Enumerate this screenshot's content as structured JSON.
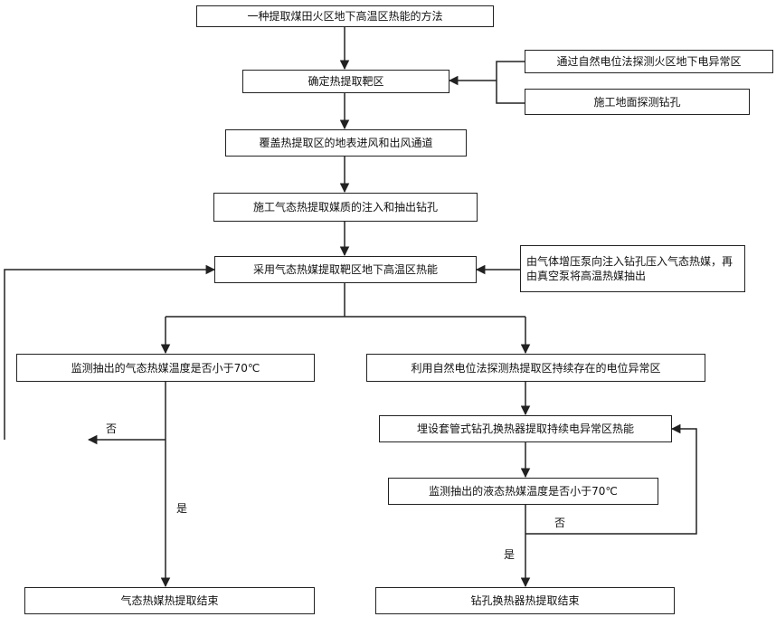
{
  "nodes": {
    "title": "一种提取煤田火区地下高温区热能的方法",
    "target": "确定热提取靶区",
    "detect_potential": "通过自然电位法探测火区地下电异常区",
    "ground_drill": "施工地面探测钻孔",
    "cover": "覆盖热提取区的地表进风和出风通道",
    "drill_inject": "施工气态热提取媒质的注入和抽出钻孔",
    "extract_gas": "采用气态热媒提取靶区地下高温区热能",
    "booster": "由气体增压泵向注入钻孔压入气态热媒，再由真空泵将高温热媒抽出",
    "monitor_gas": "监测抽出的气态热媒温度是否小于70℃",
    "use_potential": "利用自然电位法探测热提取区持续存在的电位异常区",
    "bury_exchanger": "埋设套管式钻孔换热器提取持续电异常区热能",
    "monitor_liquid": "监测抽出的液态热媒温度是否小于70℃",
    "end_gas": "气态热媒热提取结束",
    "end_exchanger": "钻孔换热器热提取结束"
  },
  "edge_labels": {
    "no_left": "否",
    "yes_left": "是",
    "no_right": "否",
    "yes_right": "是"
  }
}
